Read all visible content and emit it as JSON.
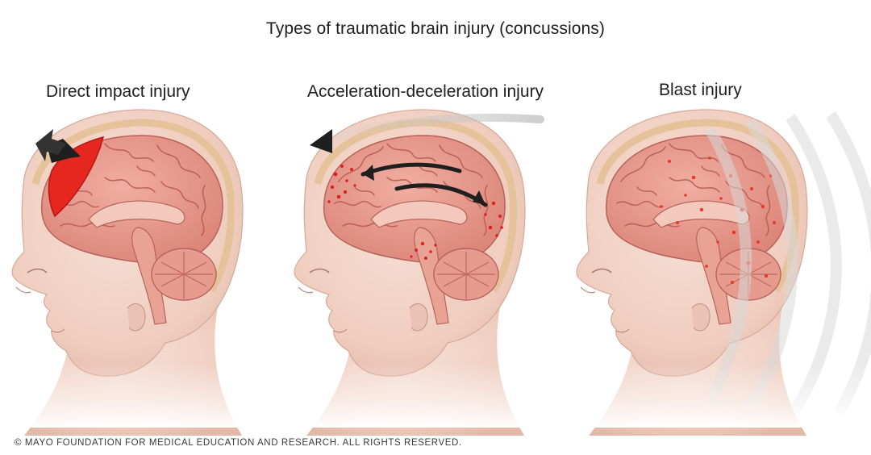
{
  "title": "Types of traumatic brain injury (concussions)",
  "panels": [
    {
      "label": "Direct impact injury"
    },
    {
      "label": "Acceleration-deceleration injury"
    },
    {
      "label": "Blast injury"
    }
  ],
  "copyright": "© MAYO FOUNDATION FOR MEDICAL EDUCATION AND RESEARCH. ALL RIGHTS RESERVED.",
  "colors": {
    "skin": "#f2d3c6",
    "skin_shadow": "#dcb2a3",
    "skull": "#e9c9a2",
    "brain": "#e8968a",
    "brain_fold": "#b85a52",
    "injury": "#e02020",
    "arrow": "#2a2a2a"
  },
  "icons": [
    "impact-arrow-icon",
    "motion-arrow-icon",
    "double-arrow-icon",
    "blast-wave-icon"
  ]
}
